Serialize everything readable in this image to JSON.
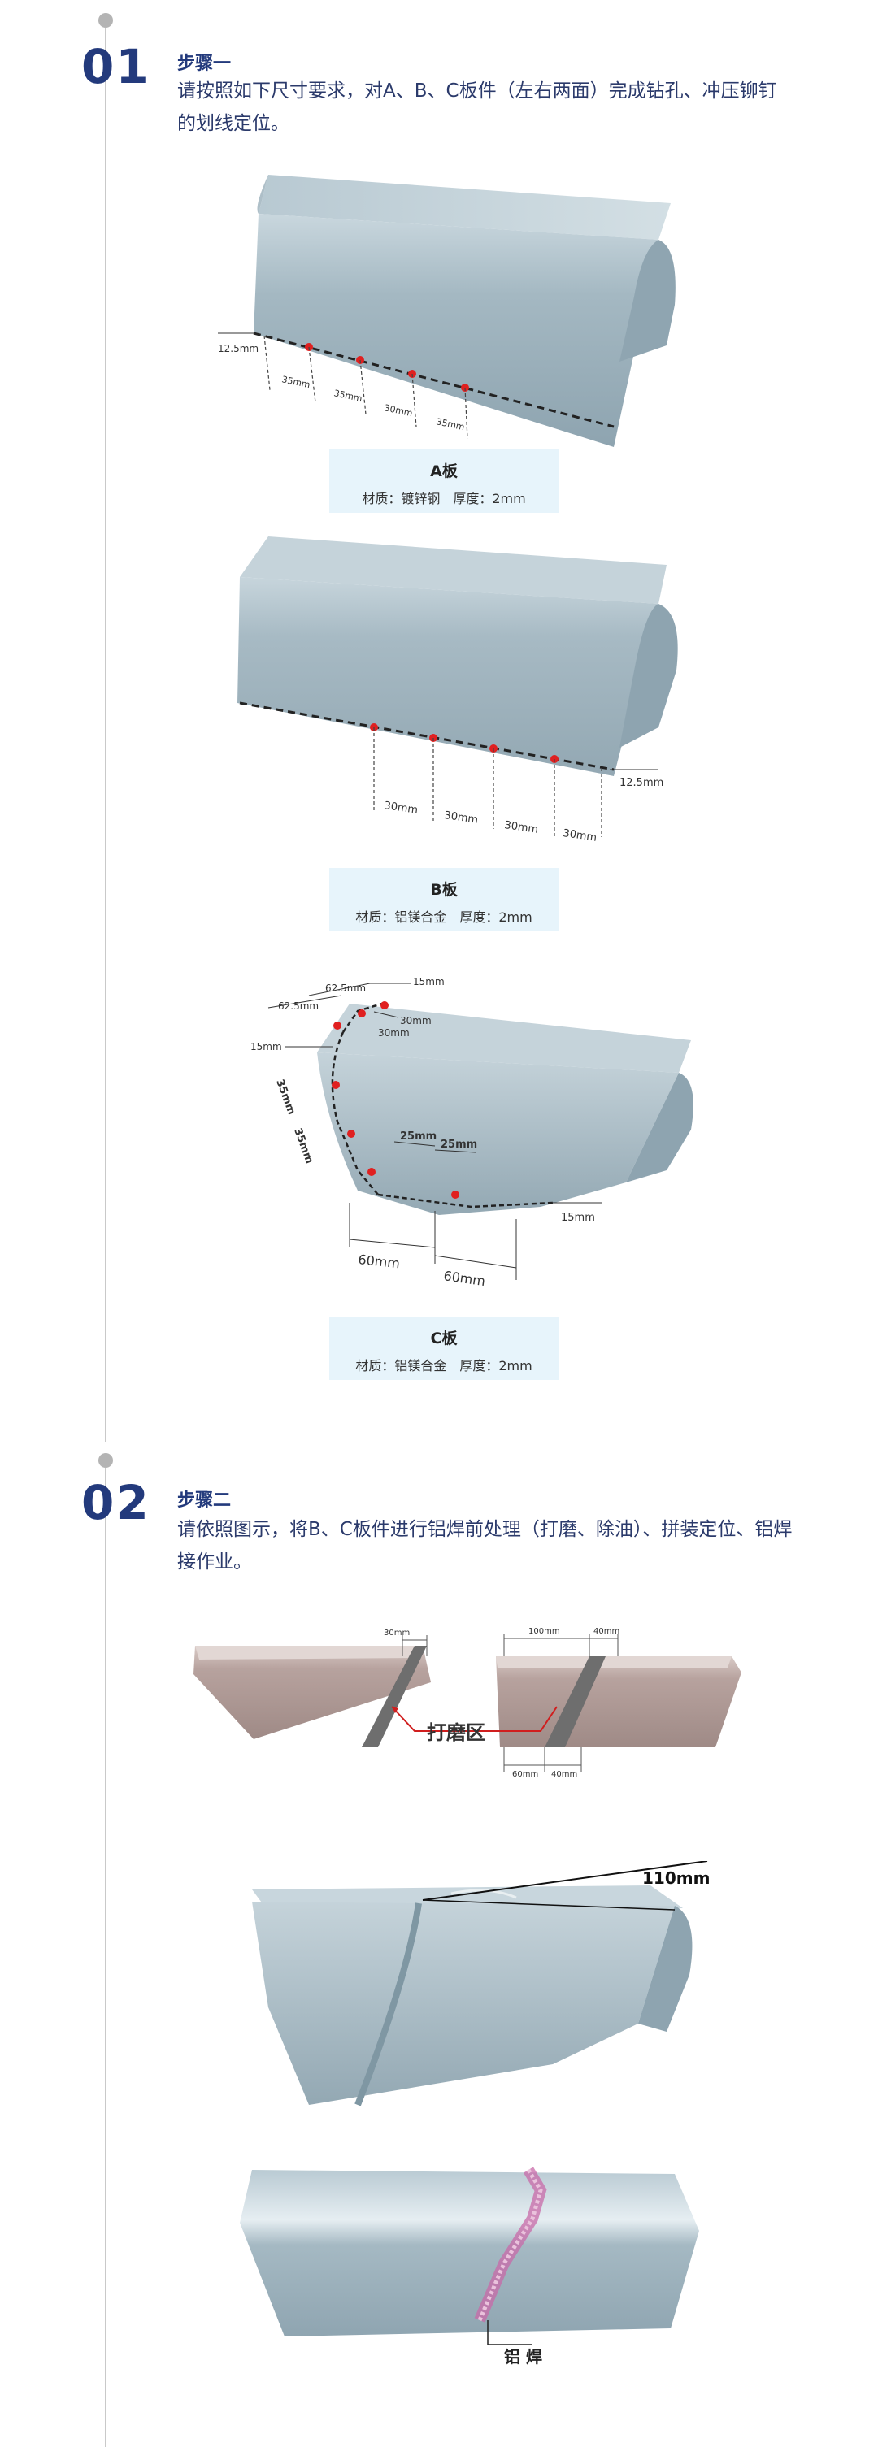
{
  "steps": [
    {
      "number": "01",
      "title": "步骤一",
      "description": "请按照如下尺寸要求，对A、B、C板件（左右两面）完成钻孔、冲压铆钉的划线定位。"
    },
    {
      "number": "02",
      "title": "步骤二",
      "description": "请依照图示，将B、C板件进行铝焊前处理（打磨、除油）、拼装定位、铝焊接作业。"
    }
  ],
  "panels": {
    "a": {
      "name": "A板",
      "spec": "材质：镀锌钢　厚度：2mm",
      "dims": [
        "12.5mm",
        "35mm",
        "35mm",
        "30mm",
        "35mm"
      ]
    },
    "b": {
      "name": "B板",
      "spec": "材质：铝镁合金　厚度：2mm",
      "dims": [
        "30mm",
        "30mm",
        "30mm",
        "30mm",
        "12.5mm"
      ]
    },
    "c": {
      "name": "C板",
      "spec": "材质：铝镁合金　厚度：2mm",
      "dims": [
        "62.5mm",
        "62.5mm",
        "15mm",
        "30mm",
        "30mm",
        "15mm",
        "35mm",
        "35mm",
        "25mm",
        "25mm",
        "60mm",
        "60mm",
        "15mm"
      ]
    }
  },
  "step2_figures": {
    "grind": {
      "label": "打磨区",
      "dims": [
        "30mm",
        "100mm",
        "40mm",
        "60mm",
        "40mm"
      ]
    },
    "assembly": {
      "dim": "110mm"
    },
    "weld": {
      "label": "铝 焊"
    }
  },
  "colors": {
    "accent": "#233a7c",
    "label_bg": "#e7f4fb",
    "marker": "#e02020",
    "metal": "#a9bcc6"
  }
}
